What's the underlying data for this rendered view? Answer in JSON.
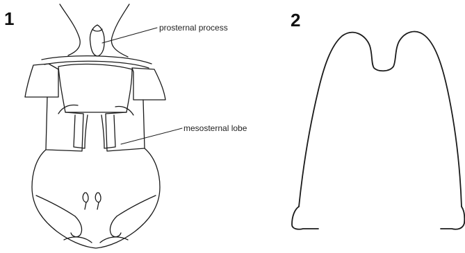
{
  "figure": {
    "panels": [
      {
        "number": "1"
      },
      {
        "number": "2"
      }
    ],
    "callouts": {
      "prosternal": "prosternal process",
      "mesosternal": "mesosternal lobe"
    }
  }
}
